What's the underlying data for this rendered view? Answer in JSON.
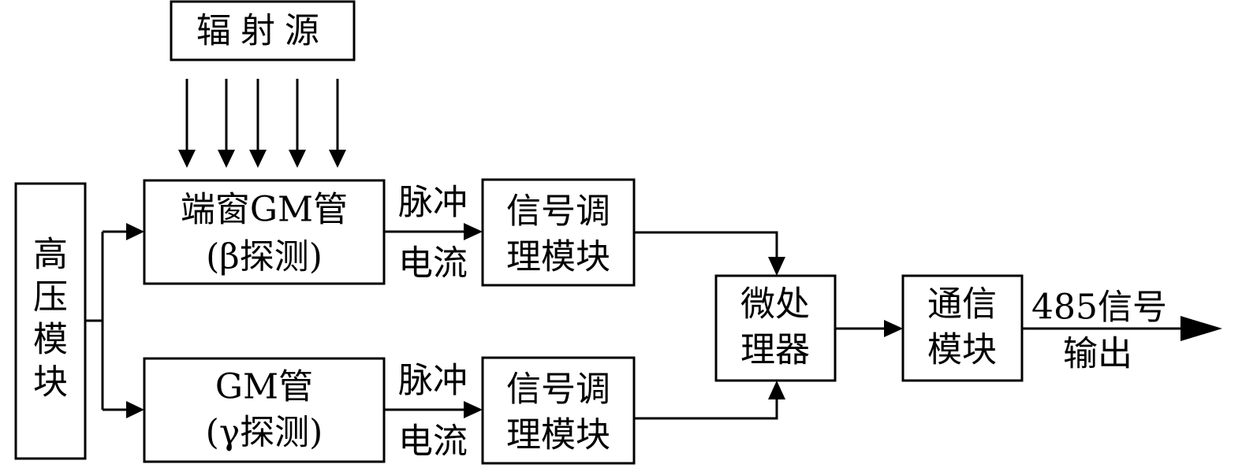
{
  "radiation_source": "辐射源",
  "high_voltage": [
    "高",
    "压",
    "模",
    "块"
  ],
  "beta_tube": {
    "line1": "端窗GM管",
    "line2": "(β探测)"
  },
  "gamma_tube": {
    "line1": "GM管",
    "line2": "(γ探测)"
  },
  "pulse_current_top": {
    "line1": "脉冲",
    "line2": "电流"
  },
  "pulse_current_bottom": {
    "line1": "脉冲",
    "line2": "电流"
  },
  "signal_cond_top": {
    "line1": "信号调",
    "line2": "理模块"
  },
  "signal_cond_bottom": {
    "line1": "信号调",
    "line2": "理模块"
  },
  "microprocessor": {
    "line1": "微处",
    "line2": "理器"
  },
  "comm_module": {
    "line1": "通信",
    "line2": "模块"
  },
  "output": {
    "line1": "485信号",
    "line2": "输出"
  }
}
